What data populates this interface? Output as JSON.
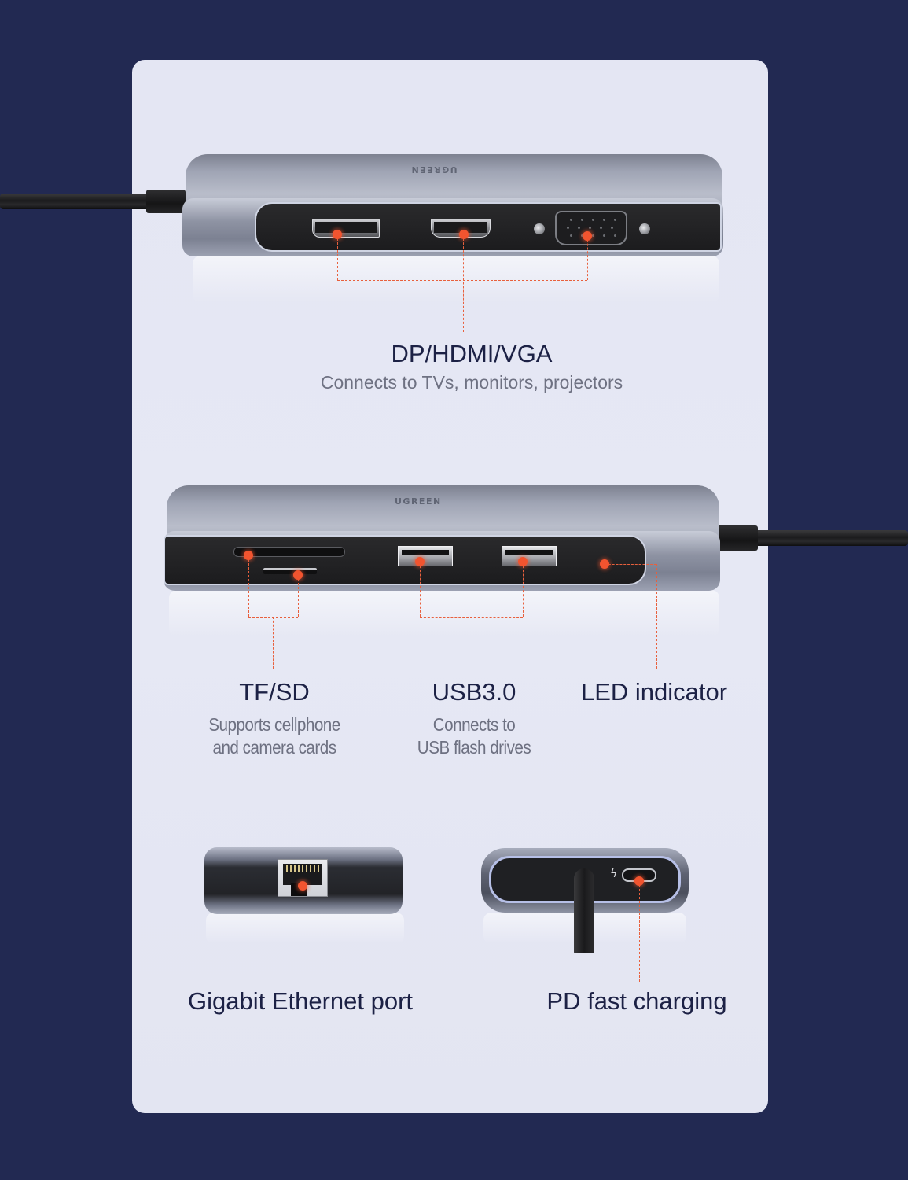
{
  "page": {
    "background_color": "#222952",
    "card_color": "#e4e6f3",
    "accent_color": "#f2542f",
    "title_color": "#1c2145",
    "subtitle_color": "#6e7182"
  },
  "product": {
    "brand_logo": "UGREEN",
    "icon_lightning": "lightning-bolt-icon",
    "lightning_glyph": "ϟ"
  },
  "features": [
    {
      "id": "video",
      "title": "DP/HDMI/VGA",
      "subtitle": "Connects to TVs, monitors, projectors",
      "ports": [
        "DisplayPort",
        "HDMI",
        "VGA"
      ]
    },
    {
      "id": "card-reader",
      "title": "TF/SD",
      "subtitle_lines": [
        "Supports cellphone",
        "and camera cards"
      ],
      "ports": [
        "SD slot",
        "TF slot"
      ]
    },
    {
      "id": "usb",
      "title": "USB3.0",
      "subtitle_lines": [
        "Connects to",
        "USB flash drives"
      ],
      "ports": [
        "USB-A 3.0",
        "USB-A 3.0"
      ]
    },
    {
      "id": "led",
      "title": "LED indicator",
      "ports": [
        "LED"
      ]
    },
    {
      "id": "ethernet",
      "title": "Gigabit Ethernet port",
      "ports": [
        "RJ45"
      ]
    },
    {
      "id": "pd",
      "title": "PD fast charging",
      "ports": [
        "USB-C PD"
      ]
    }
  ]
}
